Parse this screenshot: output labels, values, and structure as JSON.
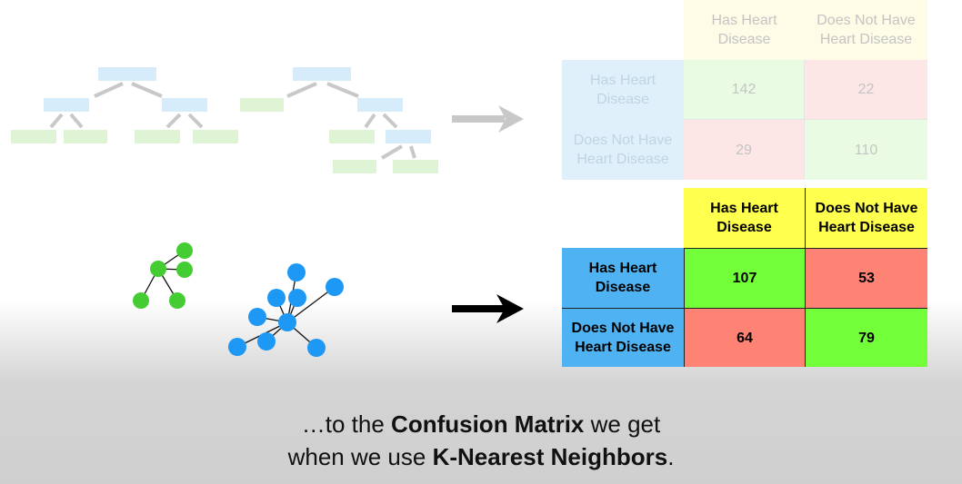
{
  "top_matrix": {
    "col_headers": [
      "Has Heart\nDisease",
      "Does Not Have\nHeart Disease"
    ],
    "row_headers": [
      "Has Heart\nDisease",
      "Does Not Have\nHeart Disease"
    ],
    "values": [
      [
        "142",
        "22"
      ],
      [
        "29",
        "110"
      ]
    ]
  },
  "bottom_matrix": {
    "col_headers": [
      "Has Heart\nDisease",
      "Does Not Have\nHeart Disease"
    ],
    "row_headers": [
      "Has Heart\nDisease",
      "Does Not Have\nHeart Disease"
    ],
    "values": [
      [
        "107",
        "53"
      ],
      [
        "64",
        "79"
      ]
    ]
  },
  "caption": {
    "line1_pre": "…to the ",
    "line1_bold": "Confusion Matrix",
    "line1_post": " we get",
    "line2_pre": "when we use ",
    "line2_bold": "K-Nearest Neighbors",
    "line2_post": "."
  },
  "colors": {
    "tree_node": "#d6ecfb",
    "leaf_node": "#dff4d5",
    "knn_green": "#44cc33",
    "knn_blue": "#1e98f5",
    "arrow_faded": "#c8c8c8",
    "arrow_dark": "#000000"
  }
}
